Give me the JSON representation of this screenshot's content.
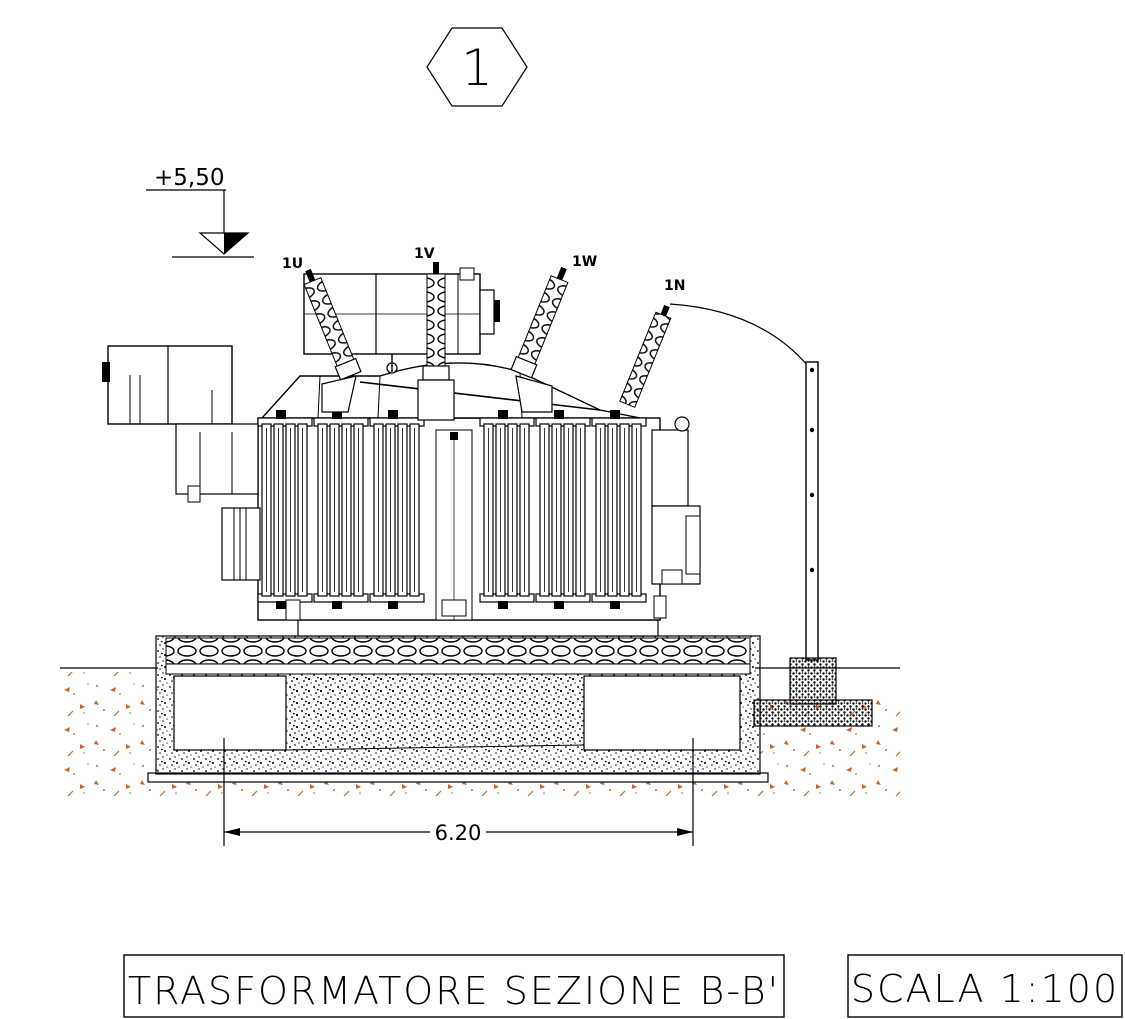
{
  "drawing": {
    "sheet_number": "1",
    "elevation_mark": "+5,50",
    "terminals": {
      "u": "1U",
      "v": "1V",
      "w": "1W",
      "n": "1N"
    },
    "dimension": "6.20",
    "title": "TRASFORMATORE SEZIONE B-B'",
    "scale": "SCALA 1:100"
  },
  "colors": {
    "ink": "#000000",
    "soil_accent": "#c8662a",
    "background": "#ffffff"
  }
}
